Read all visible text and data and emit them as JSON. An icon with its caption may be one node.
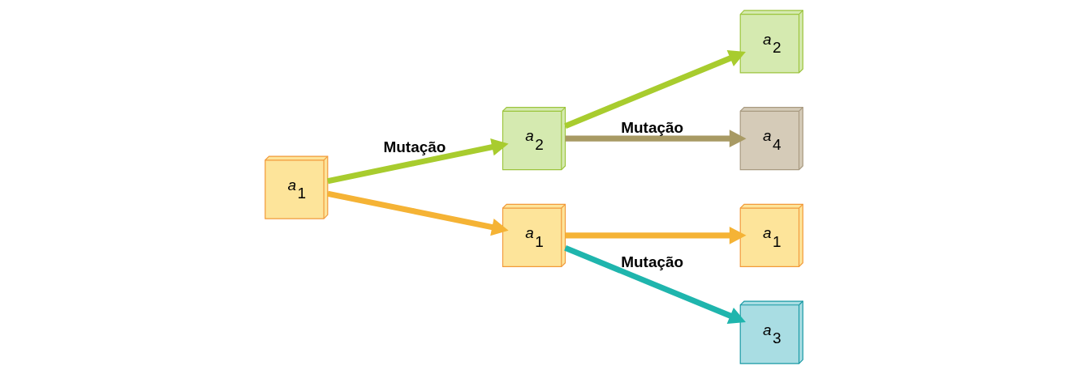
{
  "diagram": {
    "nodes": [
      {
        "text": [
          "a$_{1}$"
        ]
      },
      {
        "text": [
          "a$_{2}$"
        ]
      },
      {
        "text": [
          "a$_{1}$"
        ]
      },
      {
        "text": [
          "a$_{2}$"
        ]
      },
      {
        "text": [
          "a$_{4}$"
        ]
      },
      {
        "text": [
          "a$_{1}$"
        ]
      },
      {
        "text": [
          "a$_{3}$"
        ]
      }
    ],
    "edges": [
      {
        "from": 0,
        "to": 1,
        "arrow": "to",
        "label": "Mutação",
        "color": "#a8cc2e"
      },
      {
        "from": 0,
        "to": 2,
        "arrow": "to"
      },
      {
        "from": 1,
        "to": 3,
        "arrow": "to",
        "color": "#a8cc2e"
      },
      {
        "from": 1,
        "to": 4,
        "arrow": "to",
        "label": "Mutação",
        "color": "#a89a64"
      },
      {
        "from": 2,
        "to": 5,
        "arrow": "to"
      },
      {
        "from": 2,
        "to": 6,
        "arrow": "to",
        "label": "Mutação",
        "color": "#1fb5ad"
      }
    ]
  }
}
